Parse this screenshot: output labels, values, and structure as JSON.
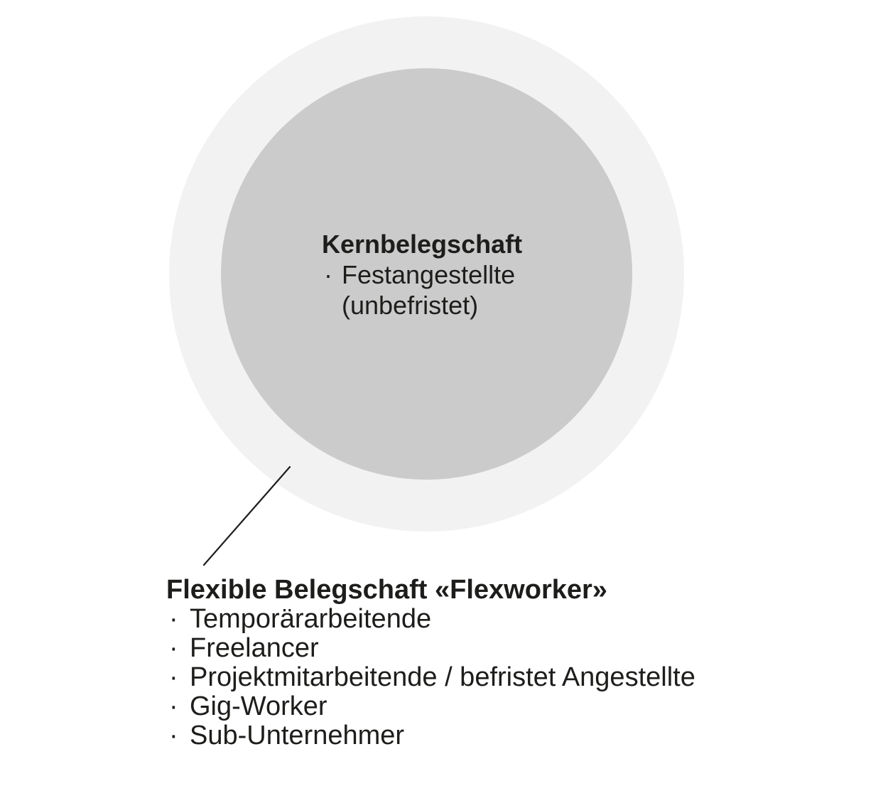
{
  "colors": {
    "background": "#ffffff",
    "outer_circle": "#f2f2f2",
    "inner_circle": "#cbcbcb",
    "text": "#1d1d1b",
    "pointer_line": "#1d1d1b"
  },
  "inner_circle": {
    "title": "Kernbelegschaft",
    "lines": [
      {
        "bullet": "·",
        "text": "Festangestellte"
      },
      {
        "bullet": "",
        "text": "(unbefristet)"
      }
    ]
  },
  "outer_circle": {
    "title": "Flexible Belegschaft «Flexworker»",
    "bullet": "·",
    "items": [
      "Temporärarbeitende",
      "Freelancer",
      "Projektmitarbeitende / befristet Angestellte",
      "Gig-Worker",
      "Sub-Unternehmer"
    ]
  }
}
